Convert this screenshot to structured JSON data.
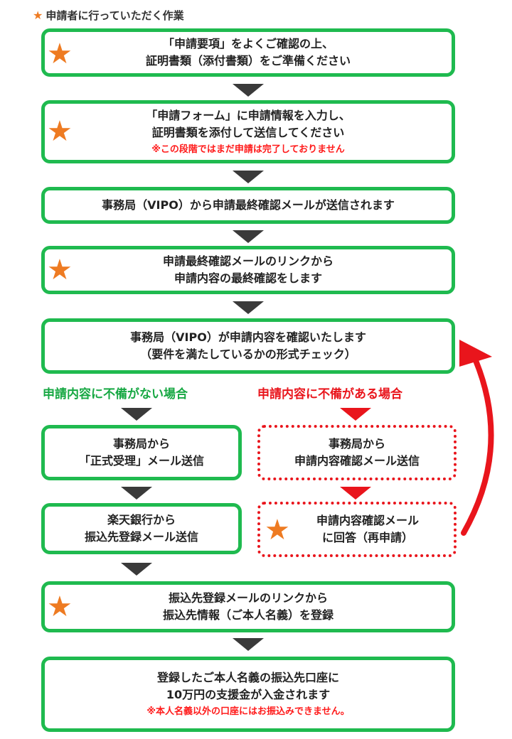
{
  "legend": {
    "label": "申請者に行っていただく作業"
  },
  "steps": [
    {
      "lines": [
        "「申請要項」をよくご確認の上、",
        "証明書類（添付書類）をご準備ください"
      ],
      "star": true
    },
    {
      "lines": [
        "「申請フォーム」に申請情報を入力し、",
        "証明書類を添付して送信してください"
      ],
      "note": "※この段階ではまだ申請は完了しておりません",
      "star": true
    },
    {
      "lines": [
        "事務局（VIPO）から申請最終確認メールが送信されます"
      ],
      "star": false
    },
    {
      "lines": [
        "申請最終確認メールのリンクから",
        "申請内容の最終確認をします"
      ],
      "star": true
    },
    {
      "lines": [
        "事務局（VIPO）が申請内容を確認いたします",
        "（要件を満たしているかの形式チェック）"
      ],
      "star": false
    }
  ],
  "branches": {
    "ok_label": "申請内容に不備がない場合",
    "ng_label": "申請内容に不備がある場合"
  },
  "ok_path": [
    {
      "lines": [
        "事務局から",
        "「正式受理」メール送信"
      ]
    },
    {
      "lines": [
        "楽天銀行から",
        "振込先登録メール送信"
      ]
    }
  ],
  "ng_path": [
    {
      "lines": [
        "事務局から",
        "申請内容確認メール送信"
      ],
      "star": false
    },
    {
      "lines": [
        "申請内容確認メール",
        "に回答（再申請）"
      ],
      "star": true
    }
  ],
  "final_steps": [
    {
      "lines": [
        "振込先登録メールのリンクから",
        "振込先情報（ご本人名義）を登録"
      ],
      "star": true
    },
    {
      "lines": [
        "登録したご本人名義の振込先口座に",
        "10万円の支援金が入金されます"
      ],
      "note": "※本人名義以外の口座にはお振込みできません。",
      "star": false
    }
  ],
  "colors": {
    "green": "#1fba4f",
    "red": "#e9151c",
    "star": "#ee7b22",
    "arrow": "#3a3a3a"
  }
}
